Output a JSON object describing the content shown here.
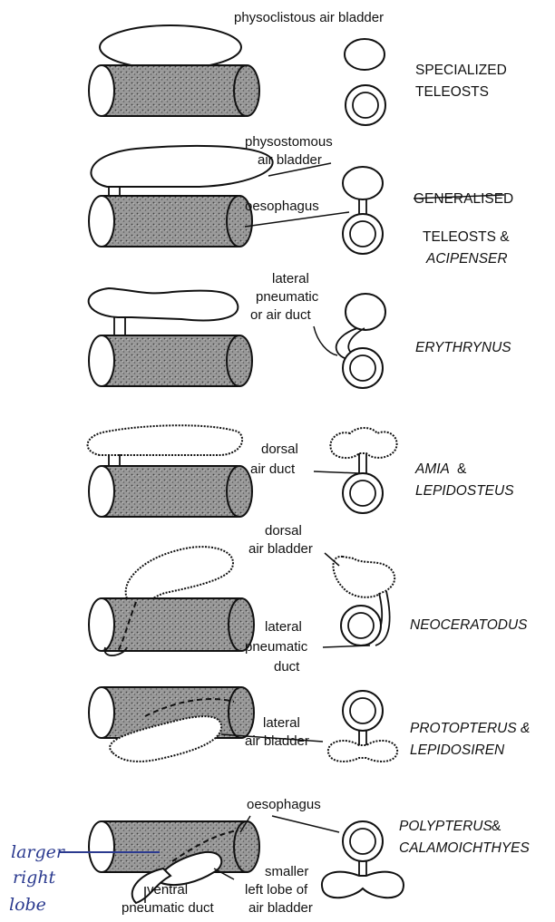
{
  "rows": [
    {
      "labels": [
        "physoclistous air bladder"
      ],
      "classification": [
        "SPECIALIZED",
        "TELEOSTS"
      ]
    },
    {
      "labels": [
        "physostomous",
        "air bladder",
        "oesophagus"
      ],
      "classification": [
        "GENERALISED",
        "TELEOSTS &",
        "ACIPENSER"
      ]
    },
    {
      "labels": [
        "lateral",
        "pneumatic",
        "or air duct"
      ],
      "classification": [
        "ERYTHRYNUS"
      ]
    },
    {
      "labels": [
        "dorsal",
        "air duct"
      ],
      "classification": [
        "AMIA",
        "&",
        "LEPIDOSTEUS"
      ]
    },
    {
      "labels": [
        "dorsal",
        "air bladder",
        "lateral",
        "pneumatic",
        "duct"
      ],
      "classification": [
        "NEOCERATODUS"
      ]
    },
    {
      "labels": [
        "lateral",
        "air bladder"
      ],
      "classification": [
        "PROTOPTERUS &",
        "LEPIDOSIREN"
      ]
    },
    {
      "labels": [
        "oesophagus",
        "smaller",
        "left lobe of",
        "air bladder",
        "ventral",
        "pneumatic duct"
      ],
      "classification": [
        "POLYPTERUS",
        "&",
        "CALAMOICHTHYES"
      ]
    }
  ],
  "handwritten_note": [
    "larger",
    "right",
    "lobe"
  ],
  "colors": {
    "ink": "#111111",
    "handwriting": "#2b3a8f",
    "background": "#ffffff"
  }
}
